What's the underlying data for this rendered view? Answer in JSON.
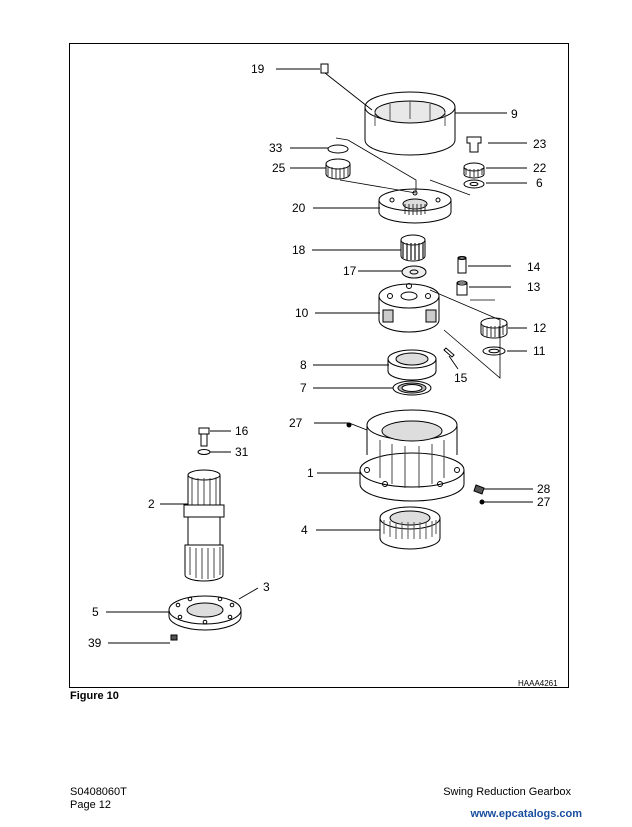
{
  "figure": {
    "caption": "Figure 10",
    "drawing_code": "HAAA4261",
    "callouts": [
      "19",
      "9",
      "33",
      "23",
      "25",
      "22",
      "6",
      "20",
      "18",
      "17",
      "14",
      "13",
      "10",
      "12",
      "11",
      "8",
      "15",
      "7",
      "27",
      "16",
      "31",
      "1",
      "28",
      "27",
      "2",
      "4",
      "3",
      "5",
      "39"
    ]
  },
  "footer": {
    "doc_number": "S0408060T",
    "page": "Page 12",
    "section_title": "Swing Reduction Gearbox"
  },
  "watermark": "www.epcatalogs.com"
}
